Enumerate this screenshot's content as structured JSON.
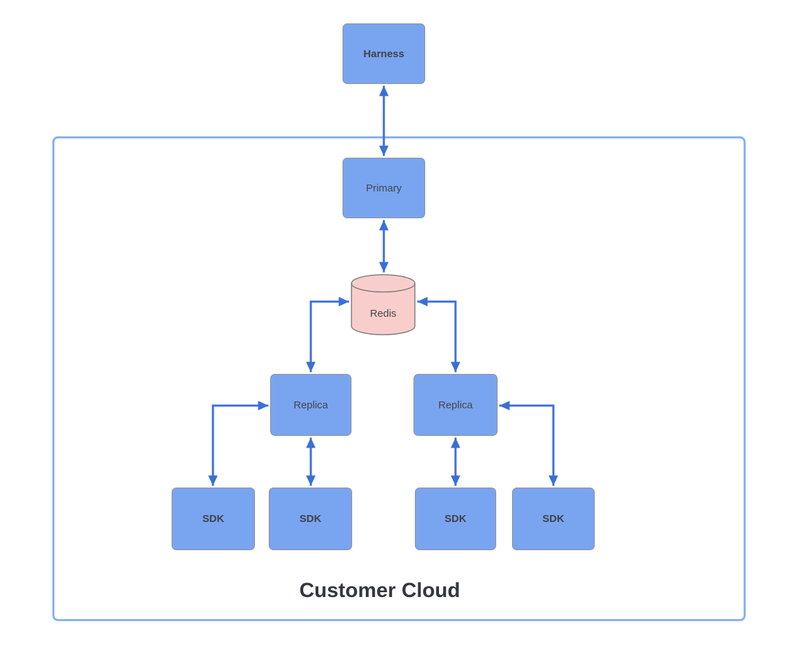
{
  "diagram": {
    "container_label": "Customer Cloud",
    "nodes": {
      "harness": {
        "label": "Harness",
        "shape": "rounded-box"
      },
      "primary": {
        "label": "Primary",
        "shape": "rounded-box"
      },
      "redis": {
        "label": "Redis",
        "shape": "cylinder"
      },
      "replica_left": {
        "label": "Replica",
        "shape": "rounded-box"
      },
      "replica_right": {
        "label": "Replica",
        "shape": "rounded-box"
      },
      "sdk_outer_left": {
        "label": "SDK",
        "shape": "rounded-box"
      },
      "sdk_inner_left": {
        "label": "SDK",
        "shape": "rounded-box"
      },
      "sdk_inner_right": {
        "label": "SDK",
        "shape": "rounded-box"
      },
      "sdk_outer_right": {
        "label": "SDK",
        "shape": "rounded-box"
      }
    },
    "edges": [
      {
        "from": "Harness",
        "to": "Primary",
        "arrows": "both"
      },
      {
        "from": "Primary",
        "to": "Redis",
        "arrows": "both"
      },
      {
        "from": "Redis",
        "to": "Replica (left)",
        "arrows": "both"
      },
      {
        "from": "Redis",
        "to": "Replica (right)",
        "arrows": "both"
      },
      {
        "from": "Replica (left)",
        "to": "SDK (outer left)",
        "arrows": "both"
      },
      {
        "from": "Replica (left)",
        "to": "SDK (inner left)",
        "arrows": "both"
      },
      {
        "from": "Replica (right)",
        "to": "SDK (inner right)",
        "arrows": "both"
      },
      {
        "from": "Replica (right)",
        "to": "SDK (outer right)",
        "arrows": "both"
      }
    ],
    "colors": {
      "node_fill": "#79a4f0",
      "node_border": "#939393",
      "redis_fill": "#f8cecc",
      "redis_border": "#7f7f7f",
      "arrow": "#3b6fd6",
      "container_border": "#88b1ee",
      "node_text": "#43474c",
      "title_text": "#333740",
      "background": "#ffffff"
    }
  }
}
